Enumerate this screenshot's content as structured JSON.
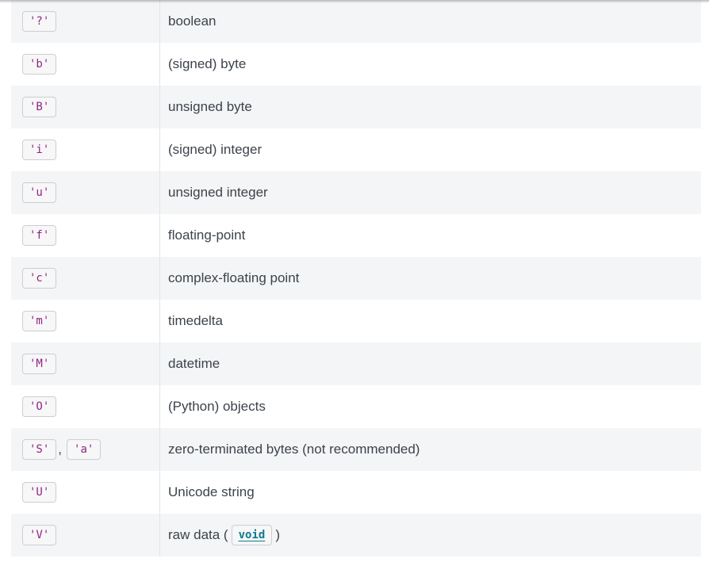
{
  "table": {
    "rows": [
      {
        "codes": [
          "'?'"
        ],
        "description": [
          {
            "t": "text",
            "v": "boolean"
          }
        ]
      },
      {
        "codes": [
          "'b'"
        ],
        "description": [
          {
            "t": "text",
            "v": "(signed) byte"
          }
        ]
      },
      {
        "codes": [
          "'B'"
        ],
        "description": [
          {
            "t": "text",
            "v": "unsigned byte"
          }
        ]
      },
      {
        "codes": [
          "'i'"
        ],
        "description": [
          {
            "t": "text",
            "v": "(signed) integer"
          }
        ]
      },
      {
        "codes": [
          "'u'"
        ],
        "description": [
          {
            "t": "text",
            "v": "unsigned integer"
          }
        ]
      },
      {
        "codes": [
          "'f'"
        ],
        "description": [
          {
            "t": "text",
            "v": "floating-point"
          }
        ]
      },
      {
        "codes": [
          "'c'"
        ],
        "description": [
          {
            "t": "text",
            "v": "complex-floating point"
          }
        ]
      },
      {
        "codes": [
          "'m'"
        ],
        "description": [
          {
            "t": "text",
            "v": "timedelta"
          }
        ]
      },
      {
        "codes": [
          "'M'"
        ],
        "description": [
          {
            "t": "text",
            "v": "datetime"
          }
        ]
      },
      {
        "codes": [
          "'O'"
        ],
        "description": [
          {
            "t": "text",
            "v": "(Python) objects"
          }
        ]
      },
      {
        "codes": [
          "'S'",
          "'a'"
        ],
        "description": [
          {
            "t": "text",
            "v": "zero-terminated bytes (not recommended)"
          }
        ]
      },
      {
        "codes": [
          "'U'"
        ],
        "description": [
          {
            "t": "text",
            "v": "Unicode string"
          }
        ]
      },
      {
        "codes": [
          "'V'"
        ],
        "description": [
          {
            "t": "text",
            "v": "raw data ("
          },
          {
            "t": "code-link",
            "v": "void"
          },
          {
            "t": "text",
            "v": ")"
          }
        ]
      }
    ],
    "code_separator": ","
  },
  "colors": {
    "row_stripe": "#f4f5f6",
    "row_plain": "#ffffff",
    "code_text": "#912583",
    "code_background": "#f7f7f8",
    "code_border": "#ccced3",
    "body_text": "#3c434b",
    "code_link_text": "#0c7b8f",
    "column_divider": "#e2e4e6"
  }
}
